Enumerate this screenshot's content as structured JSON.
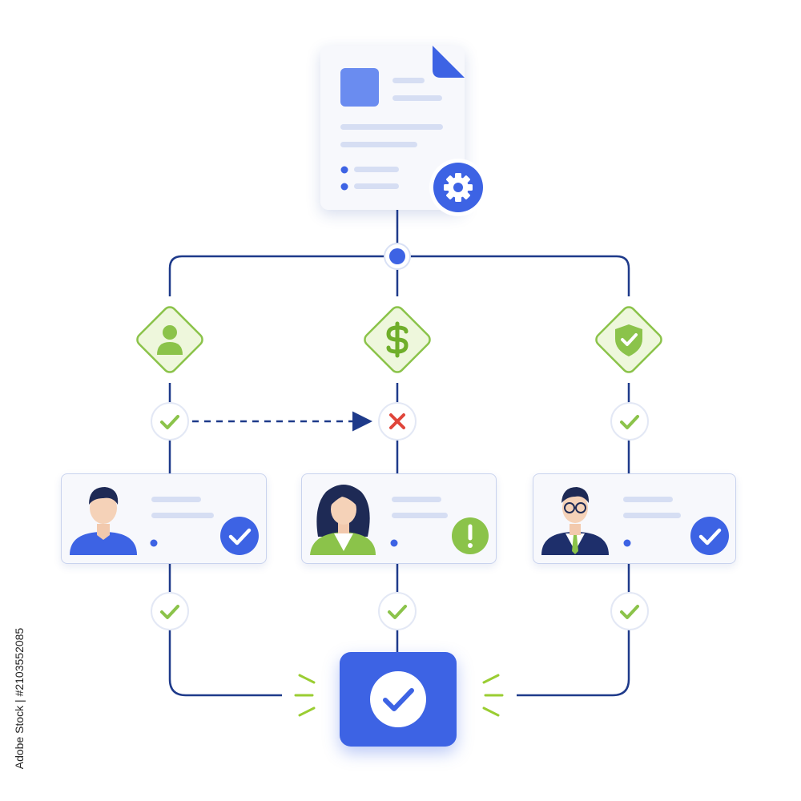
{
  "colors": {
    "line": "#1e3a8a",
    "accent_blue": "#3d63e4",
    "accent_green": "#8bc34a",
    "error_red": "#e0453a"
  },
  "watermark": {
    "text": "Adobe Stock | #2103552085"
  },
  "top_document": {
    "icon": "document-settings-icon"
  },
  "decisions": [
    {
      "icon": "user-icon"
    },
    {
      "icon": "dollar-icon"
    },
    {
      "icon": "shield-check-icon"
    }
  ],
  "decision_results": [
    "check",
    "cross",
    "check"
  ],
  "approvers": [
    {
      "avatar": "man-casual-avatar",
      "status": "approved",
      "status_icon": "check-circle-icon"
    },
    {
      "avatar": "woman-avatar",
      "status": "warning",
      "status_icon": "exclamation-icon"
    },
    {
      "avatar": "man-glasses-avatar",
      "status": "approved",
      "status_icon": "check-circle-icon"
    }
  ],
  "approver_results": [
    "check",
    "check",
    "check"
  ],
  "final_status": {
    "icon": "check-circle-icon",
    "status": "approved"
  }
}
